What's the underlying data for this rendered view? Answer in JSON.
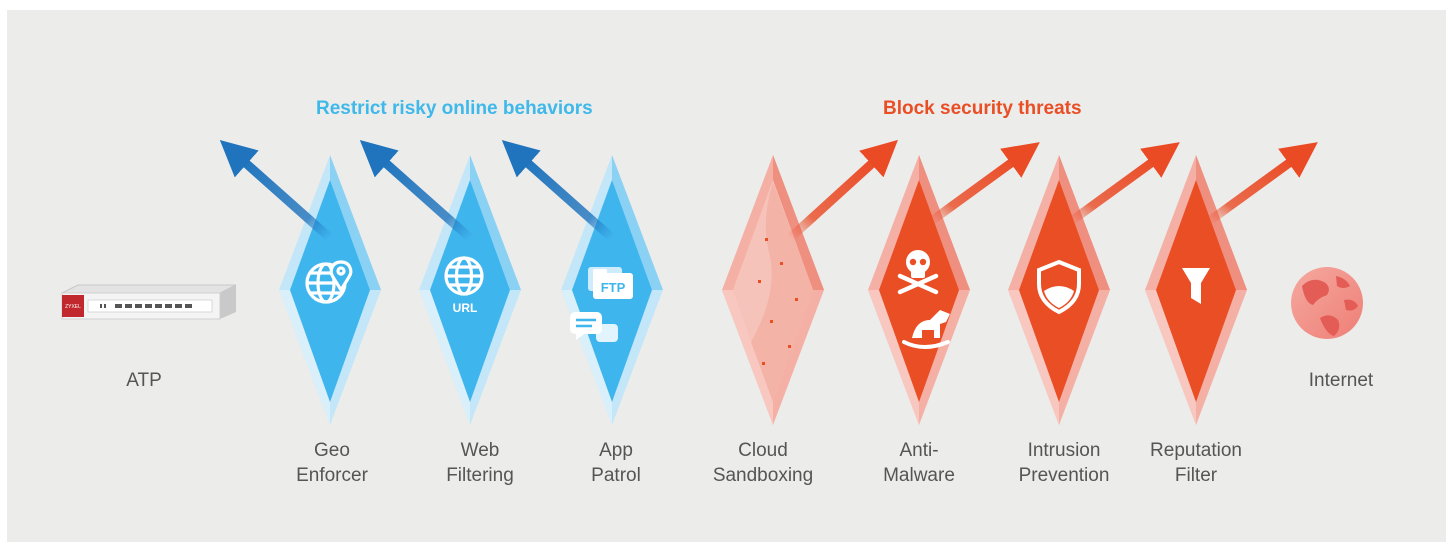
{
  "headings": {
    "restrict": "Restrict risky online behaviors",
    "block": "Block security threats"
  },
  "endpoints": {
    "atp": "ATP",
    "internet": "Internet"
  },
  "device": {
    "brand": "ZYXEL",
    "icon": "firewall-appliance-icon"
  },
  "colors": {
    "blue": "#3fb8ea",
    "red": "#ea4e25",
    "background": "#ececeb"
  },
  "features": [
    {
      "line1": "Geo",
      "line2": "Enforcer",
      "group": "restrict",
      "icon": "globe-pin-icon"
    },
    {
      "line1": "Web",
      "line2": "Filtering",
      "group": "restrict",
      "icon": "globe-url-icon"
    },
    {
      "line1": "App",
      "line2": "Patrol",
      "group": "restrict",
      "icon": "ftp-chat-icon"
    },
    {
      "line1": "Cloud",
      "line2": "Sandboxing",
      "group": "block",
      "icon": "sand-icon"
    },
    {
      "line1": "Anti-",
      "line2": "Malware",
      "group": "block",
      "icon": "skull-trojan-icon"
    },
    {
      "line1": "Intrusion",
      "line2": "Prevention",
      "group": "block",
      "icon": "shield-icon"
    },
    {
      "line1": "Reputation",
      "line2": "Filter",
      "group": "block",
      "icon": "funnel-icon"
    }
  ],
  "icon_labels": {
    "url": "URL",
    "ftp": "FTP"
  }
}
